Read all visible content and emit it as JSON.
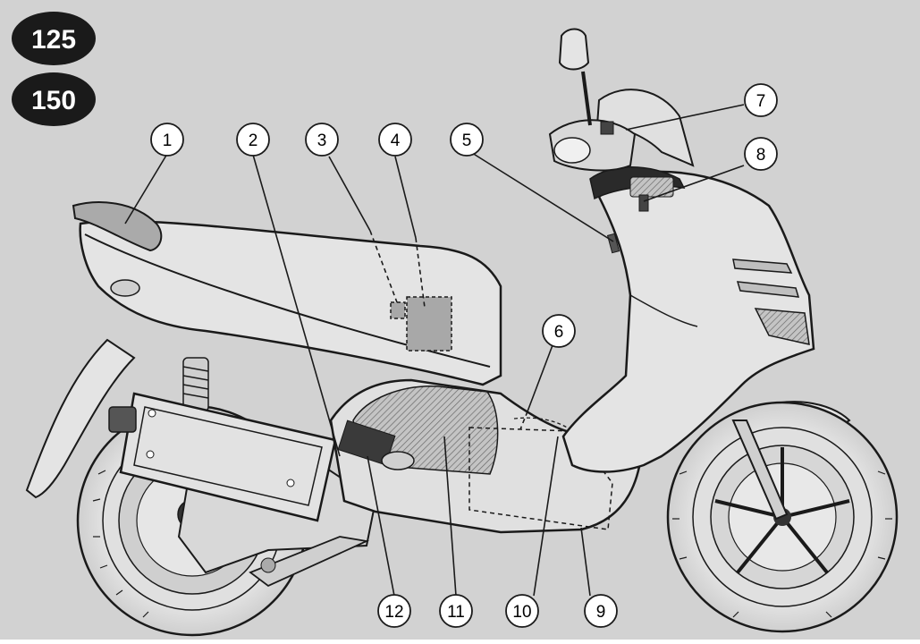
{
  "badges": [
    "125",
    "150"
  ],
  "callouts": [
    "1",
    "2",
    "3",
    "4",
    "5",
    "6",
    "7",
    "8",
    "9",
    "10",
    "11",
    "12"
  ],
  "colors": {
    "background": "#d2d2d2",
    "body_fill": "#e4e4e4",
    "body_stroke": "#1a1a1a",
    "badge_fill": "#1a1a1a",
    "dashed_box": "#a8a8a8"
  }
}
